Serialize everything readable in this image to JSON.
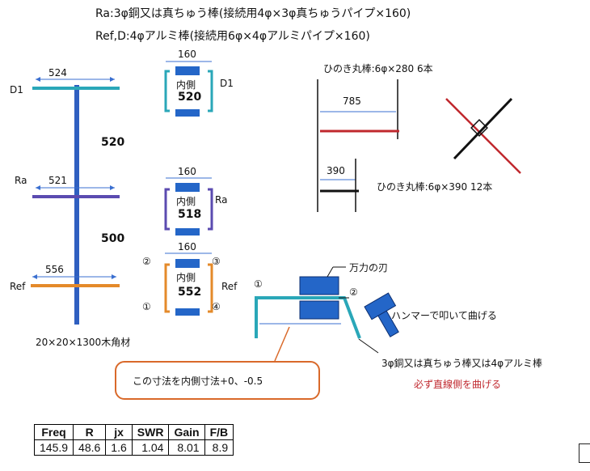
{
  "header": {
    "line1": "Ra:3φ銅又は真ちゅう棒(接続用4φ×3φ真ちゅうパイプ×160)",
    "line2": "Ref,D:4φアルミ棒(接続用6φ×4φアルミパイプ×160)"
  },
  "antenna": {
    "d1_label": "D1",
    "ra_label": "Ra",
    "ref_label": "Ref",
    "d1_len": "524",
    "ra_len": "521",
    "ref_len": "556",
    "spacing_d1_ra": "520",
    "spacing_ra_ref": "500",
    "boom_label": "20×20×1300木角材"
  },
  "joints": {
    "d1": {
      "width": "160",
      "inner": "内側",
      "value": "520",
      "label": "D1"
    },
    "ra": {
      "width": "160",
      "inner": "内側",
      "value": "518",
      "label": "Ra"
    },
    "ref": {
      "width": "160",
      "inner": "内側",
      "value": "552",
      "label": "Ref",
      "m1": "①",
      "m2": "②",
      "m3": "③",
      "m4": "④"
    }
  },
  "mast": {
    "top_label": "ひのき丸棒:6φ×280  6本",
    "dim_785": "785",
    "dim_390": "390",
    "bottom_label": "ひのき丸棒:6φ×390  12本"
  },
  "bending": {
    "blade_label": "万力の刃",
    "hammer_label": "ハンマーで叩いて曲げる",
    "m1": "①",
    "m2": "②",
    "rod_label": "3φ銅又は真ちゅう棒又は4φアルミ棒",
    "rule_label": "必ず直線側を曲げる",
    "note": "この寸法を内側寸法+0、-0.5"
  },
  "table": {
    "headers": [
      "Freq",
      "R",
      "jx",
      "SWR",
      "Gain",
      "F/B"
    ],
    "values": [
      "145.9",
      "48.6",
      "1.6",
      "1.04",
      "8.01",
      "8.9"
    ]
  },
  "colors": {
    "d1": "#2aa7b8",
    "ra": "#5b4bb0",
    "ref": "#e48a2a",
    "boom": "#2f5fc0",
    "block": "#2466c8",
    "red": "#c0282e",
    "note_border": "#d9692a",
    "rule_text": "#c0282e"
  }
}
